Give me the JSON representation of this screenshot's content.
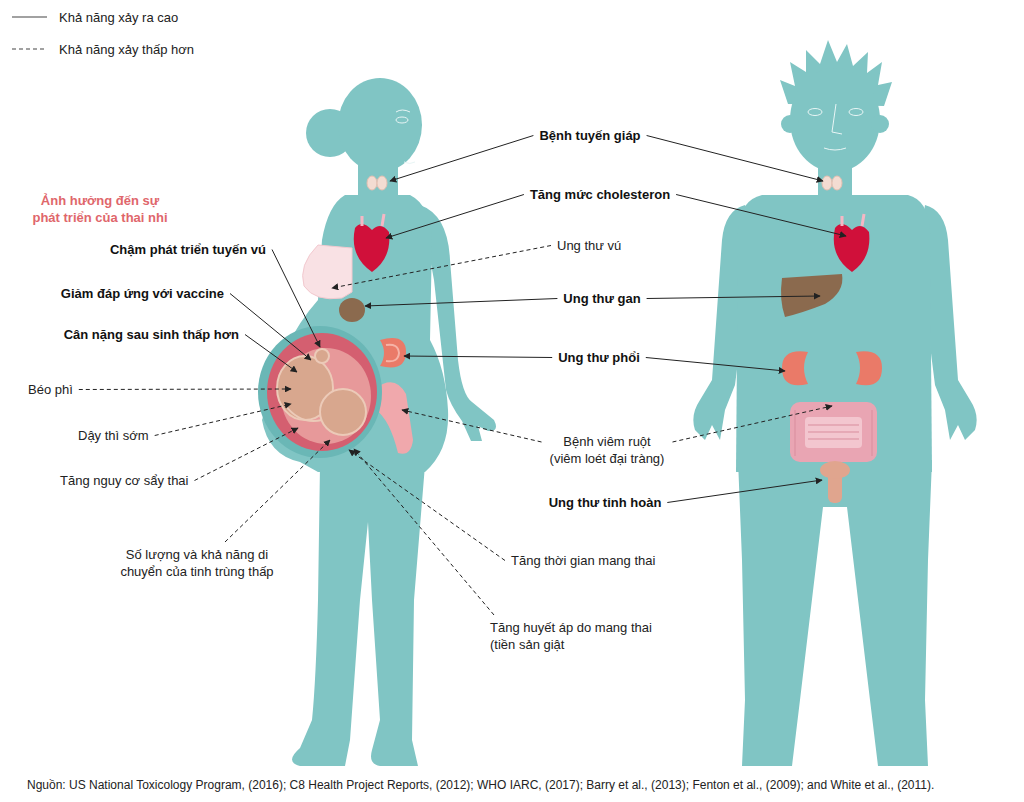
{
  "diagram": {
    "caption": "Nguồn: US National Toxicology Program, (2016); C8 Health Project Reports, (2012); WHO IARC, (2017); Barry et al., (2013); Fenton et al., (2009); and White et al., (2011).",
    "labels": [
      "Ảnh hưởng đến sự phát triển của thai nhi",
      "Bệnh tuyến giáp",
      "Tăng mức cholesteron",
      "Ung thư vú",
      "Chậm phát triển tuyến vú",
      "Giảm đáp ứng với vaccine",
      "Ung thư gan",
      "Cân nặng sau sinh thấp hơn",
      "Ung thư phổi",
      "Béo phì",
      "Dậy thì sớm",
      "Bệnh viêm ruột (viêm loét đại tràng)",
      "Tăng nguy cơ sẩy thai",
      "Ung thư tinh hoàn",
      "Số lượng và khả năng di chuyển của tinh trùng thấp",
      "Tăng thời gian mang thai",
      "Tăng huyết áp do mang thai (tiền sản giật"
    ],
    "legend": [
      {
        "text": "Khả năng xảy ra cao"
      },
      {
        "text": "Khả năng xảy thấp hơn"
      }
    ]
  }
}
